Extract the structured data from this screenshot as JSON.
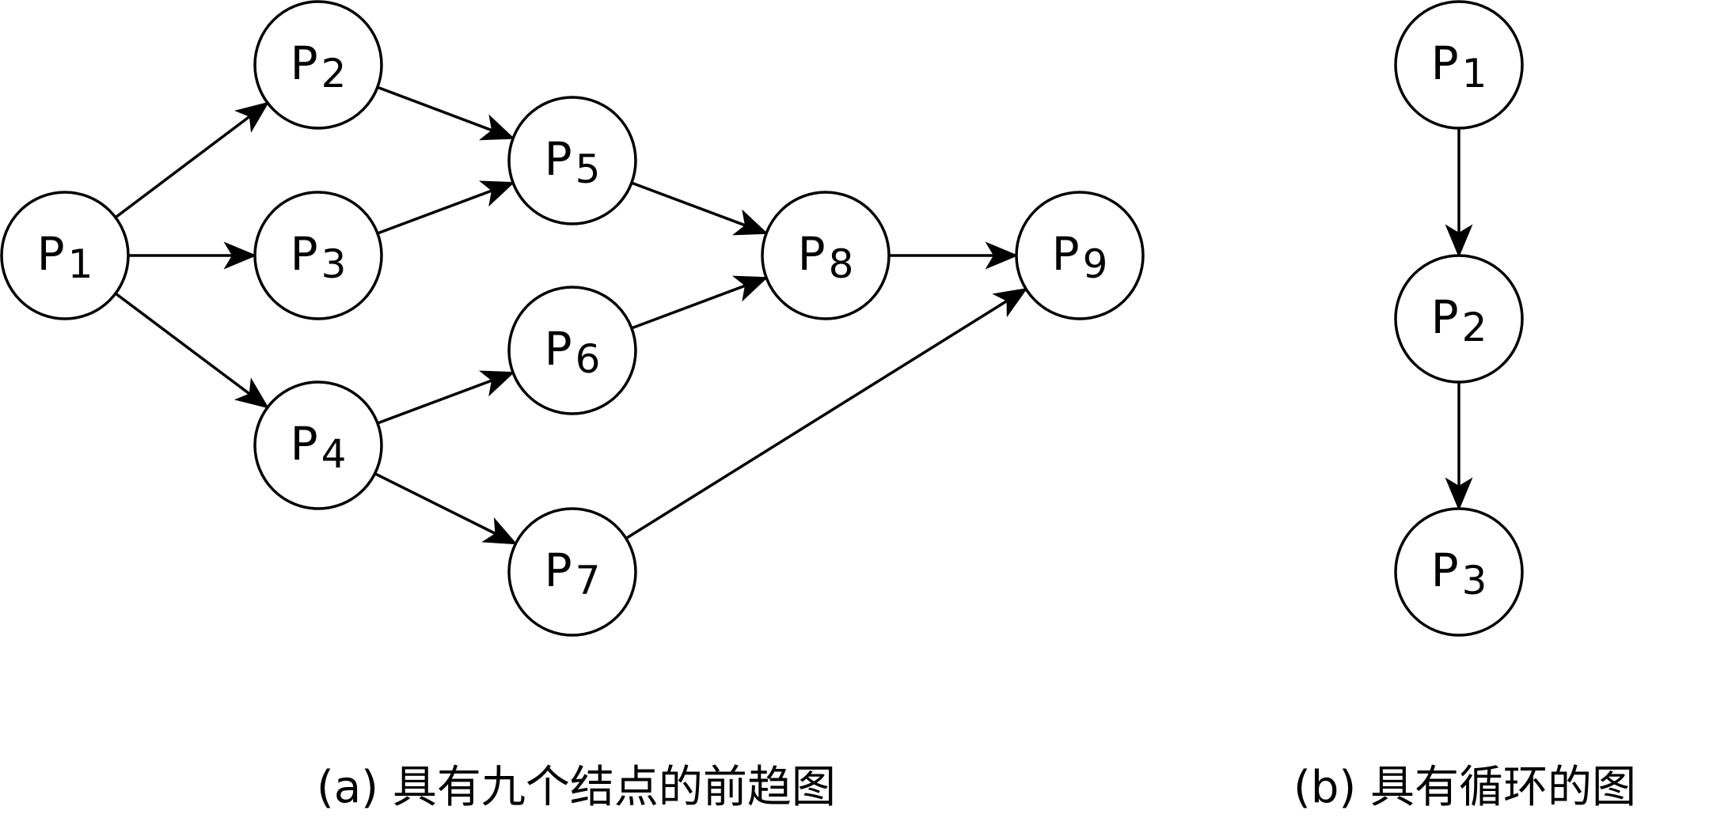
{
  "colors": {
    "stroke": "#000000",
    "fill": "#ffffff",
    "text": "#000000"
  },
  "diagram_a": {
    "caption": "(a) 具有九个结点的前趋图",
    "nodes": [
      {
        "id": "a1",
        "base": "P",
        "sub": "1"
      },
      {
        "id": "a2",
        "base": "P",
        "sub": "2"
      },
      {
        "id": "a3",
        "base": "P",
        "sub": "3"
      },
      {
        "id": "a4",
        "base": "P",
        "sub": "4"
      },
      {
        "id": "a5",
        "base": "P",
        "sub": "5"
      },
      {
        "id": "a6",
        "base": "P",
        "sub": "6"
      },
      {
        "id": "a7",
        "base": "P",
        "sub": "7"
      },
      {
        "id": "a8",
        "base": "P",
        "sub": "8"
      },
      {
        "id": "a9",
        "base": "P",
        "sub": "9"
      }
    ],
    "edges": [
      {
        "from": "a1",
        "to": "a2"
      },
      {
        "from": "a1",
        "to": "a3"
      },
      {
        "from": "a1",
        "to": "a4"
      },
      {
        "from": "a2",
        "to": "a5"
      },
      {
        "from": "a3",
        "to": "a5"
      },
      {
        "from": "a4",
        "to": "a6"
      },
      {
        "from": "a4",
        "to": "a7"
      },
      {
        "from": "a5",
        "to": "a8"
      },
      {
        "from": "a6",
        "to": "a8"
      },
      {
        "from": "a8",
        "to": "a9"
      },
      {
        "from": "a7",
        "to": "a9"
      }
    ]
  },
  "diagram_b": {
    "caption": "(b) 具有循环的图",
    "nodes": [
      {
        "id": "b1",
        "base": "P",
        "sub": "1"
      },
      {
        "id": "b2",
        "base": "P",
        "sub": "2"
      },
      {
        "id": "b3",
        "base": "P",
        "sub": "3"
      }
    ],
    "edges": [
      {
        "from": "b1",
        "to": "b2"
      },
      {
        "from": "b2",
        "to": "b3"
      }
    ]
  }
}
